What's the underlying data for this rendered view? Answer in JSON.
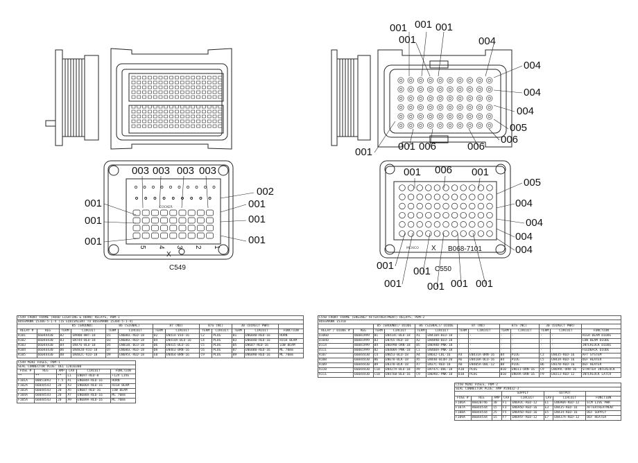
{
  "labels": {
    "c549": "C549",
    "c550": "C550",
    "x_mark": "X",
    "x_mark2": "X",
    "part_number": "B068-7101",
    "made_in": "MEXICO",
    "made_in_left": "COCKER",
    "cavity_numbers": [
      "5",
      "4",
      "3",
      "2",
      "1"
    ]
  },
  "callouts": {
    "c549_top": [
      "003",
      "003",
      "003",
      "003"
    ],
    "c549_left": [
      "001",
      "001",
      "001"
    ],
    "c549_right": [
      "002",
      "001",
      "001",
      "001"
    ],
    "c550_top": [
      "001",
      "001",
      "001",
      "001",
      "004"
    ],
    "c550_right": [
      "004",
      "004",
      "004",
      "005",
      "006"
    ],
    "c550_bottom": [
      "001",
      "001",
      "006",
      "006"
    ],
    "c550b_top": [
      "001",
      "006",
      "001",
      "005"
    ],
    "c550b_right": [
      "004",
      "004",
      "004",
      "004"
    ],
    "c550b_bottom": [
      "001",
      "001",
      "001",
      "001",
      "001",
      "001"
    ]
  },
  "table1": {
    "title": "C549 FRONT FRAME (HOOD LIGHTING & HORN) RELAYS, PDM-1",
    "subtitle": "BUSSMANN 15306-5-1-4 (IS EQUIVALENT TO BUSSMANN 15304-5-1-4)",
    "group_headers": [
      "85 (GROUND)",
      "86 (SIGNAL)",
      "87 (NO)",
      "87a (NC)",
      "30 (DIRECT PWR)"
    ],
    "col_headers": [
      "RELAY #",
      "REG",
      "TERM",
      "CIRCUIT",
      "TERM",
      "CIRCUIT",
      "TERM",
      "CIRCUIT",
      "TERM",
      "CIRCUIT",
      "TERM",
      "CIRCUIT",
      "FUNCTION"
    ],
    "rows": [
      [
        "R101",
        "66044430",
        "B2",
        "EN900-WHT-18",
        "D1",
        "EN686C-RED-18",
        "D2",
        "EN414-VIO-16",
        "C2",
        "PLUG",
        "B1",
        "EN684B-RED-16",
        "HORN"
      ],
      [
        "R102",
        "66044430",
        "B3",
        "EN744-BLU-18",
        "D3",
        "EN686C-RED-18",
        "D4",
        "EN414A-BLU-16",
        "C4",
        "PLUG",
        "B3",
        "EN684B-RED-16",
        "HIGH BEAM"
      ],
      [
        "R103",
        "66044430",
        "B4",
        "EN476-BLU-18",
        "D5",
        "EN818C-BLU-18",
        "D6",
        "EN415-BLU-16",
        "C5",
        "PLUG",
        "B5",
        "EN687-RED-16",
        "LOW BEAM"
      ],
      [
        "R104",
        "66044430",
        "B6",
        "EN482B-VIO-18",
        "D7",
        "EN686C-RED-18",
        "D8",
        "EN463-BRN-16",
        "C6",
        "PLUG",
        "B7",
        "EN688B-RED-16",
        "ML 70mm"
      ],
      [
        "R105",
        "66044430",
        "B8",
        "EN482C-VIO-18",
        "D9",
        "EN695C-RED-18",
        "E0",
        "EN464-BRN-16",
        "C9",
        "PLUG",
        "B9",
        "EN689B-RED-16",
        "ML 70mm"
      ]
    ]
  },
  "table2": {
    "title": "C549 MINI FUSES, PDM-1",
    "subtitle": "SEAL CONNECTOR PLUG: DEL 12010300",
    "col_headers": [
      "FUSE #",
      "REG",
      "AMP",
      "CAV",
      "CIRCUIT",
      "FUNCTION"
    ],
    "rows": [
      [
        "**",
        "**",
        "**",
        "L1",
        "EN697-RED-8",
        "+12V LIVE"
      ],
      [
        "F101A",
        "80051893",
        "7.5",
        "A1",
        "EN684A-RED-16",
        "HORN"
      ],
      [
        "F102A",
        "66044543",
        "20",
        "A3",
        "EN686A-RED-16",
        "HIGH BEAM"
      ],
      [
        "F103A",
        "66044543",
        "20",
        "A5",
        "EN687-RED-16",
        "LOW BEAM"
      ],
      [
        "F104A",
        "66044543",
        "20",
        "A7",
        "EN688A-RED-16",
        "ML 70mm"
      ],
      [
        "F105A",
        "66044543",
        "20",
        "A9",
        "EN689A-RED-16",
        "ML 70mm"
      ]
    ]
  },
  "table3": {
    "title": "C550 FRONT FRAME (ENGINE/ AFTERTREATMENT) RELAYS, PDM-2",
    "subtitle": "BUSSMANN 15310",
    "group_headers": [
      "85 (GROUND)/ DIODE",
      "86 (SIGNAL)/ DIODE",
      "87 (NO)",
      "87a (NC)",
      "30 (DIRECT PWR)"
    ],
    "col_headers": [
      "RELAY / DIODE #",
      "REG",
      "TERM",
      "CIRCUIT",
      "TERM",
      "CIRCUIT",
      "TERM",
      "CIRCUIT",
      "TERM",
      "CIRCUIT",
      "TERM",
      "CIRCUIT",
      "FUNCTION"
    ],
    "rows": [
      [
        "D106D",
        "86081999",
        "B1",
        "EN414C-BLU-18",
        "A1",
        "EN418A-BLU-18",
        "-",
        "-",
        "-",
        "-",
        "-",
        "-",
        "HIGH BEAM DIODE"
      ],
      [
        "D104D",
        "86081999",
        "B3",
        "EN765-RED-18",
        "A2",
        "EN409B-BLU-18",
        "-",
        "-",
        "-",
        "-",
        "-",
        "-",
        "LOW BEAM DIODE"
      ],
      [
        "D114",
        "86081999",
        "B4",
        "EN699B-ORN-18",
        "B5",
        "EN698B-PNK-18",
        "-",
        "-",
        "-",
        "-",
        "-",
        "-",
        "INTERLOCK DIODE"
      ],
      [
        "D111",
        "86081999",
        "B2",
        "EN408A-PNK-18",
        "C1",
        "EN408A-PNK-18",
        "-",
        "-",
        "-",
        "-",
        "-",
        "-",
        "FEEDBACK DIODE"
      ],
      [
        "R107",
        "66044430",
        "C4",
        "EN653-BLU-18",
        "A4",
        "EN642-LBL-16",
        "A4",
        "EN431A-BRN-16",
        "B4",
        "PLUG",
        "C3",
        "EN435-RED-16",
        "AFT SYSTEM"
      ],
      [
        "R108",
        "66044430",
        "B6",
        "EN678-BLK-18",
        "A5",
        "EN440-BLUH-20",
        "A6",
        "EN410A-BLU-16",
        "B4",
        "PLUG",
        "C5",
        "EN43A-RED-16",
        "DEF HEATER"
      ],
      [
        "R109",
        "66044430",
        "B9",
        "EN37B-BLK-18",
        "A7",
        "EN37C-RED-18",
        "A8",
        "EN405A-DBL-12",
        "B8",
        "PLUG",
        "B6",
        "EN37B-RED-16",
        "DEF HEATER"
      ],
      [
        "R110",
        "66044430",
        "C10",
        "EN427A-BLU-18",
        "A9",
        "EN747C-DBL-18",
        "A10",
        "PLUG",
        "B10",
        "EN611-ORN-16",
        "C9",
        "EN699C-ORN-16",
        "STARTER INTERLOCK"
      ],
      [
        "R111",
        "66044430",
        "C10",
        "EN476B-BLU-16",
        "C9",
        "EN696C-PNK-18",
        "B10",
        "PLUG",
        "B10",
        "EN69A-ORN-16",
        "F9",
        "EN313-RED-12",
        "INTERLOCK LATCH"
      ]
    ]
  },
  "table4": {
    "title": "C550 MINI FUSES, PDM-2",
    "subtitle": "SEAL CONNECTOR PLUG: AMP #28032-3",
    "group_headers": [
      "SUPPLY",
      "OUTPUT"
    ],
    "col_headers": [
      "FUSE #",
      "REG",
      "AMP",
      "CAV",
      "CIRCUIT",
      "CAV",
      "CIRCUIT",
      "FUNCTION"
    ],
    "rows": [
      [
        "F106A",
        "86020746",
        "30",
        "F1",
        "EN693C-RED-12",
        "E1",
        "EN690A-RED-12",
        "ECM LIVE PWR"
      ],
      [
        "F107A",
        "86044544",
        "15",
        "F3",
        "EN695D-RED-16",
        "E3",
        "EN435-RED-16",
        "AFTERTREATMENT"
      ],
      [
        "F108A",
        "86044544",
        "25",
        "F5",
        "EN695D-RED-16",
        "E5",
        "EN434-RED-16",
        "DEF SUPPLY"
      ],
      [
        "F109A",
        "86044544",
        "15",
        "F7",
        "EN695F-RED-12",
        "E7",
        "EN437A-RED-12",
        "DEF HEATER"
      ]
    ]
  }
}
